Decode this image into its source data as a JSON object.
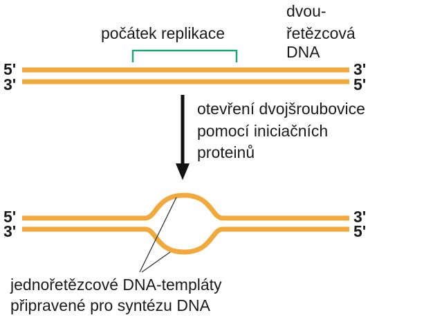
{
  "colors": {
    "strand": "#F2A93B",
    "origin_bracket": "#1FA37A",
    "arrow": "#111111",
    "pointer_line": "#333333",
    "text": "#1a1a1a"
  },
  "top": {
    "origin_label": "počátek replikace",
    "dna_label_lines": [
      "dvou-",
      "řetězcová",
      "DNA"
    ],
    "left_ends": [
      "5'",
      "3'"
    ],
    "right_ends": [
      "3'",
      "5'"
    ]
  },
  "step": {
    "lines": [
      "otevření dvojšroubovice",
      "pomocí iniciačních",
      "proteinů"
    ]
  },
  "bottom": {
    "left_ends": [
      "5'",
      "3'"
    ],
    "right_ends": [
      "3'",
      "5'"
    ],
    "caption_lines": [
      "jednořetězcové DNA-templáty",
      "připravené pro syntézu DNA"
    ]
  }
}
